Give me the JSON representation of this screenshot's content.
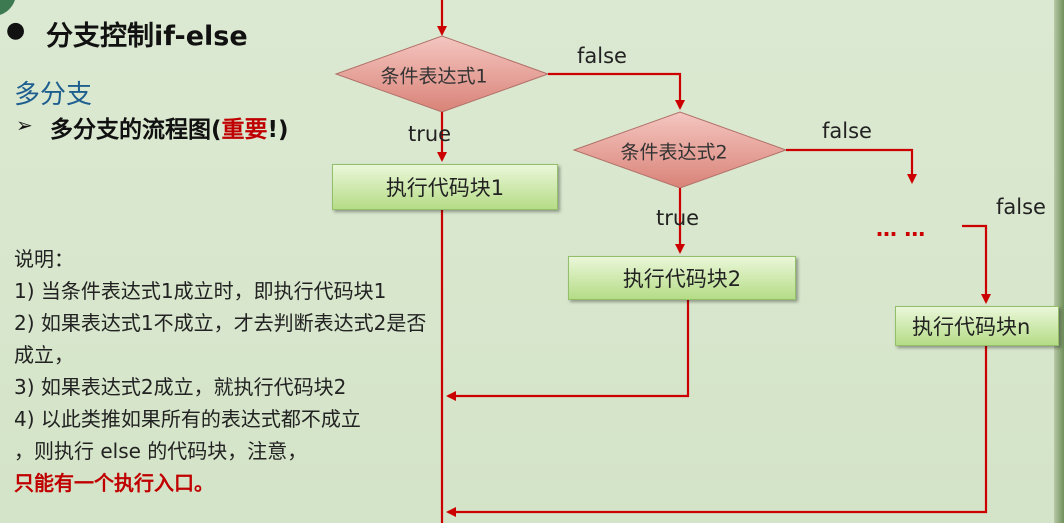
{
  "header": {
    "bullet": "●",
    "title": "分支控制if-else"
  },
  "section": {
    "heading": "多分支",
    "subtitle_marker": "➢",
    "subtitle_prefix": "多分支的流程图(",
    "subtitle_emphasis": "重要",
    "subtitle_suffix": "!)"
  },
  "flowchart": {
    "decision1": "条件表达式1",
    "decision2": "条件表达式2",
    "block1": "执行代码块1",
    "block2": "执行代码块2",
    "blockn": "执行代码块n",
    "true_label_1": "true",
    "true_label_2": "true",
    "false_label_1": "false",
    "false_label_2": "false",
    "false_label_3": "false",
    "ellipsis": "… …",
    "colors": {
      "arrow": "#cc0000",
      "decision_fill": "#e9a09a",
      "process_fill": "#c6e6a0"
    }
  },
  "notes": {
    "heading": "说明：",
    "lines": [
      "1) 当条件表达式1成立时，即执行代码块1",
      "2) 如果表达式1不成立，才去判断表达式2是否",
      "成立，",
      "3) 如果表达式2成立，就执行代码块2",
      "4) 以此类推如果所有的表达式都不成立",
      "，则执行 else 的代码块，注意，"
    ],
    "warning": "只能有一个执行入口。"
  }
}
